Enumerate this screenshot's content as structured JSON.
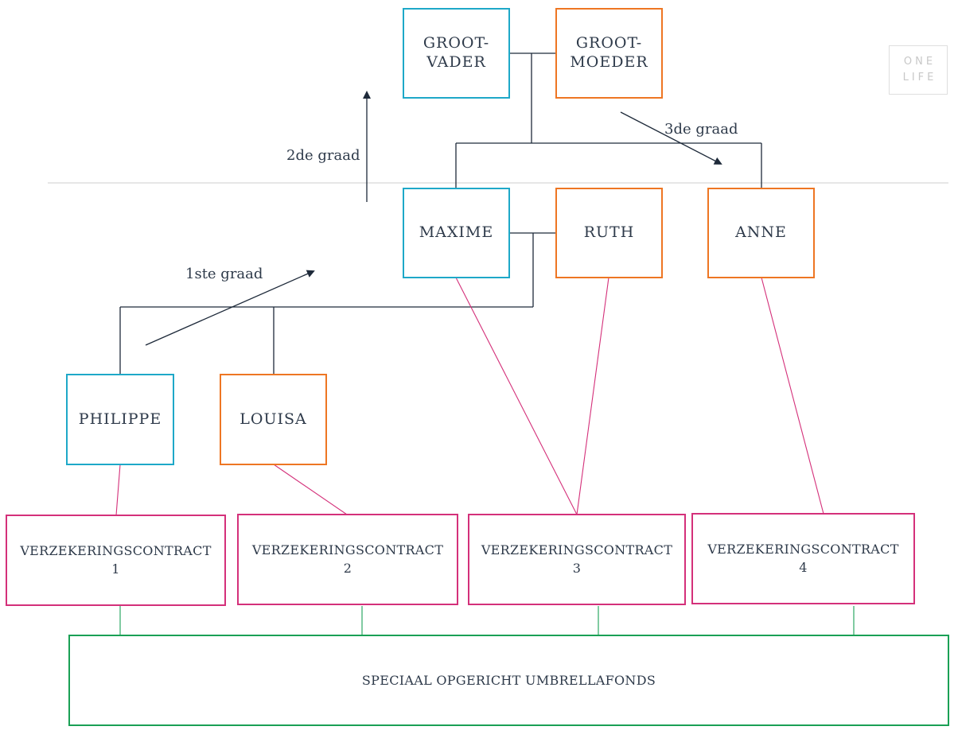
{
  "people": {
    "grootvader": {
      "line1": "GROOT-",
      "line2": "VADER"
    },
    "grootmoeder": {
      "line1": "GROOT-",
      "line2": "MOEDER"
    },
    "maxime": "MAXIME",
    "ruth": "RUTH",
    "anne": "ANNE",
    "philippe": "PHILIPPE",
    "louisa": "LOUISA"
  },
  "contracts": [
    {
      "label": "VERZEKERINGSCONTRACT",
      "number": "1"
    },
    {
      "label": "VERZEKERINGSCONTRACT",
      "number": "2"
    },
    {
      "label": "VERZEKERINGSCONTRACT",
      "number": "3"
    },
    {
      "label": "VERZEKERINGSCONTRACT",
      "number": "4"
    }
  ],
  "fund": "SPECIAAL OPGERICHT UMBRELLAFONDS",
  "degrees": {
    "first": "1ste graad",
    "second": "2de graad",
    "third": "3de graad"
  },
  "logo": {
    "line1": "ONE",
    "line2": "LIFE"
  },
  "colors": {
    "male": "#1ea8c8",
    "female": "#ee7623",
    "contract": "#d4307a",
    "fund": "#1aa055",
    "lines": "#1e2a3a",
    "divider": "#cccccc"
  }
}
